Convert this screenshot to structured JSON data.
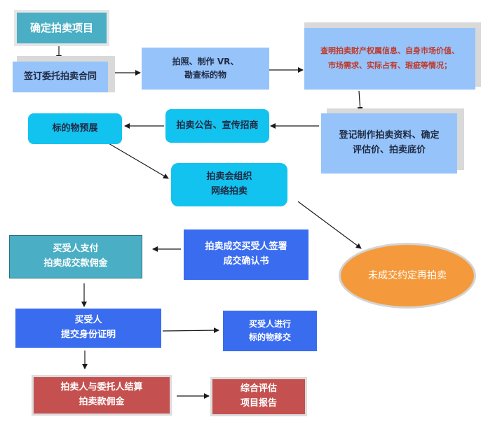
{
  "nodes": {
    "confirm_project": "确定拍卖项目",
    "sign_contract": "签订委托拍卖合同",
    "photo_vr_line1": "拍照、制作 VR、",
    "photo_vr_line2": "勘查标的物",
    "check_info_line1": "查明拍卖财产权属信息、自身市场价值、",
    "check_info_line2": "市场需求、实际占有、瑕疵等情况；",
    "register_line1": "登记制作拍卖资料、确定",
    "register_line2": "评估价、拍卖底价",
    "announce": "拍卖公告、宣传招商",
    "preview": "标的物预展",
    "organize_line1": "拍卖会组织",
    "organize_line2": "网络拍卖",
    "confirm_sign_line1": "拍卖成交买受人签署",
    "confirm_sign_line2": "成交确认书",
    "unsold": "未成交约定再拍卖",
    "pay_line1": "买受人支付",
    "pay_line2": "拍卖成交款佣金",
    "id_line1": "买受人",
    "id_line2": "提交身份证明",
    "transfer_line1": "买受人进行",
    "transfer_line2": "标的物移交",
    "settle_line1": "拍卖人与委托人结算",
    "settle_line2": "拍卖款佣金",
    "report_line1": "综合评估",
    "report_line2": "项目报告"
  },
  "colors": {
    "teal": "#4aaec4",
    "cyan": "#13c3ef",
    "light_blue": "#96c4fa",
    "blue": "#3a6cf0",
    "red": "#c4514f",
    "orange": "#f59a3c"
  }
}
